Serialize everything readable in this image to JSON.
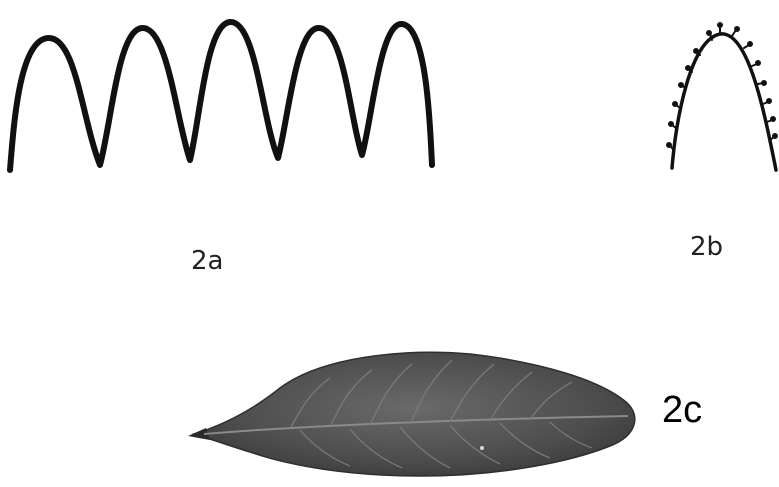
{
  "labels": {
    "a": "2a",
    "b": "2b",
    "c": "2c"
  }
}
